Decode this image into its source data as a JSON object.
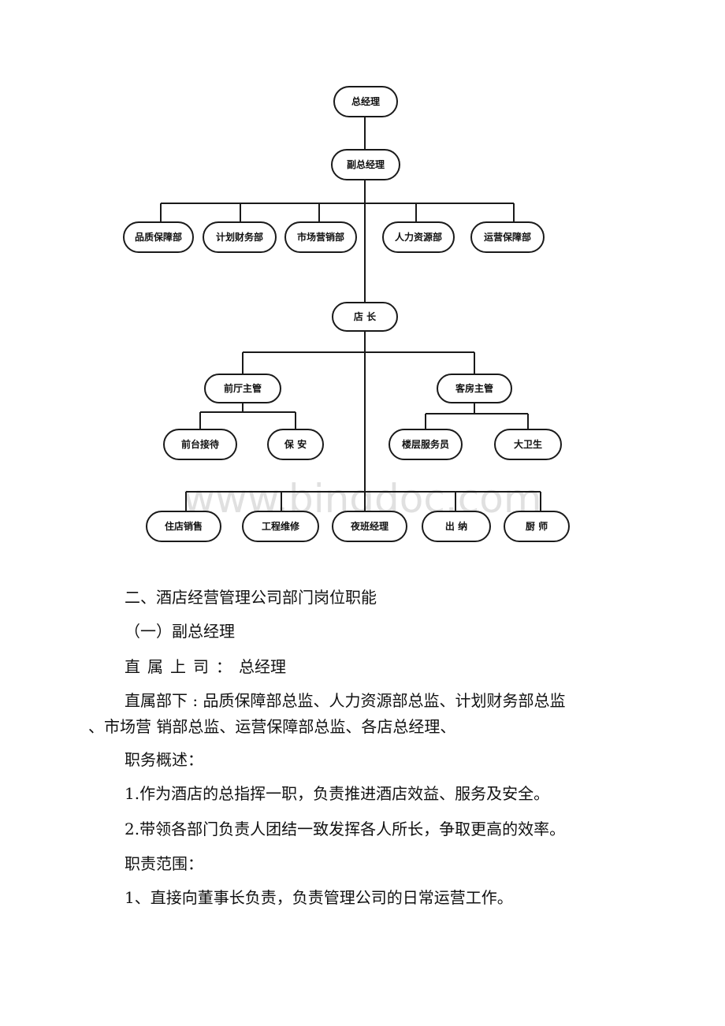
{
  "org_chart": {
    "nodes": {
      "gm": "总经理",
      "vgm": "副总经理",
      "dept_quality": "品质保障部",
      "dept_finance": "计划财务部",
      "dept_marketing": "市场营销部",
      "dept_hr": "人力资源部",
      "dept_ops": "运营保障部",
      "store_manager": "店 长",
      "front_supervisor": "前厅主管",
      "room_supervisor": "客房主管",
      "front_reception": "前台接待",
      "security": "保 安",
      "floor_attendant": "楼层服务员",
      "cleaning": "大卫生",
      "store_sales": "住店销售",
      "maintenance": "工程维修",
      "night_manager": "夜班经理",
      "cashier": "出 纳",
      "kitchen": "厨 师"
    },
    "watermark": "www.bingdoc.com"
  },
  "document": {
    "section_heading": "二、酒店经营管理公司部门岗位职能",
    "subsection_heading": "（一）副总经理",
    "direct_superior_label": "直属上司：",
    "direct_superior_value": "总经理",
    "direct_subordinates_line1": "直属部下 : 品质保障部总监、人力资源部总监、计划财务部总监",
    "direct_subordinates_line2": "、市场营 销部总监、运营保障部总监、各店总经理、",
    "job_overview_heading": "职务概述：",
    "job_overview_items": [
      "1.作为酒店的总指挥一职，负责推进酒店效益、服务及安全。",
      "2.带领各部门负责人团结一致发挥各人所长，争取更高的效率。"
    ],
    "responsibility_heading": "职责范围：",
    "responsibility_items": [
      "1、直接向董事长负责，负责管理公司的日常运营工作。"
    ]
  }
}
